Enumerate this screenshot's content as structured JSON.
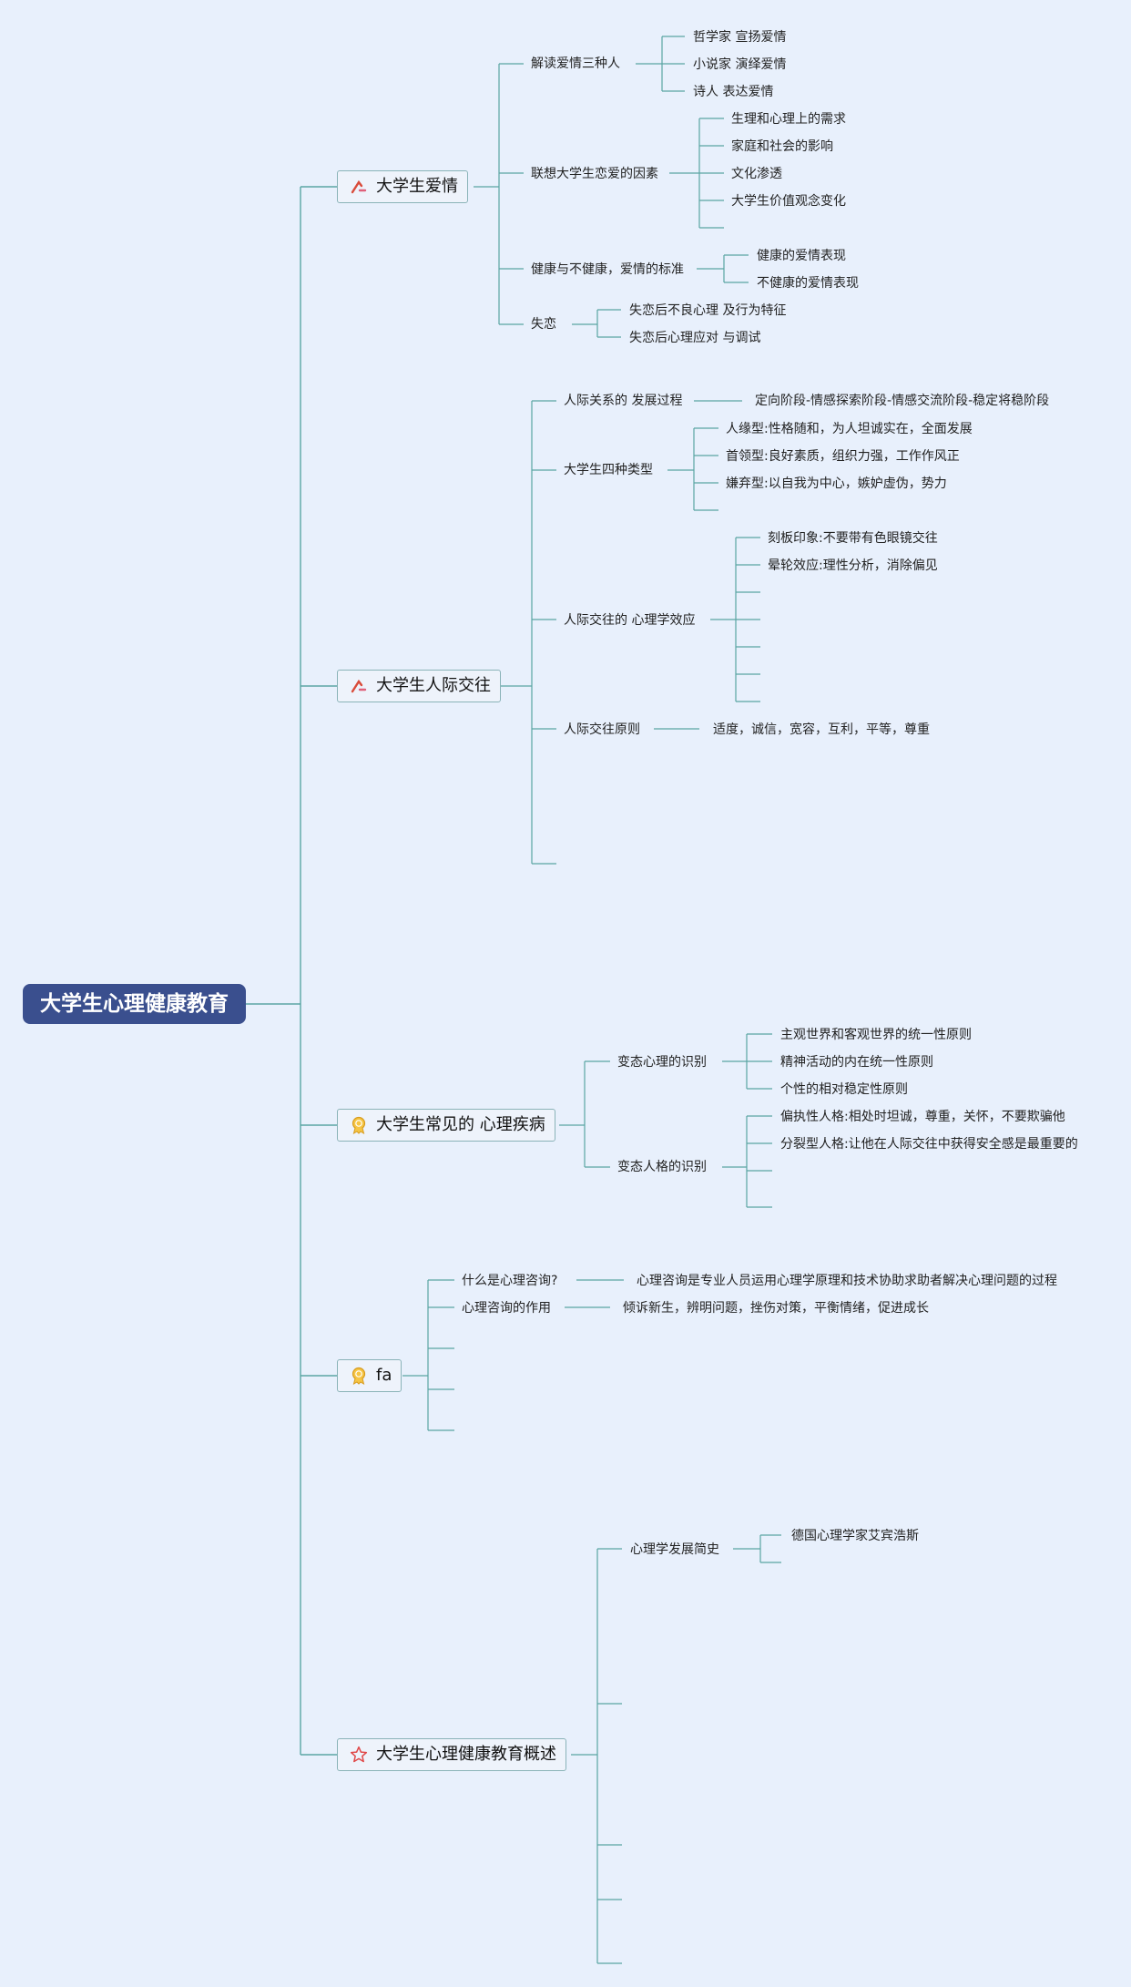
{
  "root": "大学生心理健康教育",
  "branches": [
    {
      "label": "大学生爱情",
      "icon": "sparkle-icon",
      "children": [
        {
          "label": "解读爱情三种人",
          "children": [
            "哲学家 宣扬爱情",
            "小说家 演绎爱情",
            "诗人 表达爱情"
          ]
        },
        {
          "label": "联想大学生恋爱的因素",
          "children": [
            "生理和心理上的需求",
            "家庭和社会的影响",
            "文化渗透",
            "大学生价值观念变化",
            ""
          ]
        },
        {
          "label": "健康与不健康，爱情的标准",
          "children": [
            "健康的爱情表现",
            "不健康的爱情表现"
          ]
        },
        {
          "label": "失恋",
          "children": [
            "失恋后不良心理 及行为特征",
            "失恋后心理应对 与调试"
          ]
        }
      ]
    },
    {
      "label": "大学生人际交往",
      "icon": "sparkle-icon",
      "children": [
        {
          "label": "人际关系的 发展过程",
          "children": [
            "定向阶段-情感探索阶段-情感交流阶段-稳定将稳阶段"
          ]
        },
        {
          "label": "大学生四种类型",
          "children": [
            "人缘型:性格随和，为人坦诚实在，全面发展",
            "首领型:良好素质，组织力强，工作作风正",
            "嫌弃型:以自我为中心，嫉妒虚伪，势力",
            ""
          ]
        },
        {
          "label": "人际交往的 心理学效应",
          "children": [
            "刻板印象:不要带有色眼镜交往",
            "晕轮效应:理性分析，消除偏见",
            "",
            "",
            "",
            "",
            "",
            ""
          ]
        },
        {
          "label": "人际交往原则",
          "children": [
            "适度，诚信，宽容，互利，平等，尊重"
          ]
        },
        {
          "label": "",
          "children": []
        }
      ]
    },
    {
      "label": "大学生常见的 心理疾病",
      "icon": "award-icon",
      "children": [
        {
          "label": "变态心理的识别",
          "children": [
            "主观世界和客观世界的统一性原则",
            "精神活动的内在统一性原则",
            "个性的相对稳定性原则"
          ]
        },
        {
          "label": "变态人格的识别",
          "children": [
            "偏执性人格:相处时坦诚，尊重，关怀，不要欺骗他",
            "分裂型人格:让他在人际交往中获得安全感是最重要的",
            "",
            "",
            ""
          ]
        }
      ]
    },
    {
      "label": "fa",
      "icon": "award-icon",
      "children": [
        {
          "label": "什么是心理咨询?",
          "children": [
            "心理咨询是专业人员运用心理学原理和技术协助求助者解决心理问题的过程"
          ]
        },
        {
          "label": "心理咨询的作用",
          "children": [
            "倾诉新生，辨明问题，挫伤对策，平衡情绪，促进成长"
          ]
        },
        {
          "label": "",
          "children": []
        },
        {
          "label": "",
          "children": []
        },
        {
          "label": "",
          "children": []
        }
      ]
    },
    {
      "label": "大学生心理健康教育概述",
      "icon": "star-icon",
      "children": [
        {
          "label": "心理学发展简史",
          "children": [
            "德国心理学家艾宾浩斯",
            ""
          ]
        },
        {
          "label": "",
          "children": []
        },
        {
          "label": "",
          "children": []
        },
        {
          "label": "",
          "children": []
        },
        {
          "label": "",
          "children": []
        }
      ]
    }
  ],
  "colors": {
    "line": "#5aa5a3",
    "root_bg": "#3a4f8e",
    "background": "#e8f0fc"
  }
}
